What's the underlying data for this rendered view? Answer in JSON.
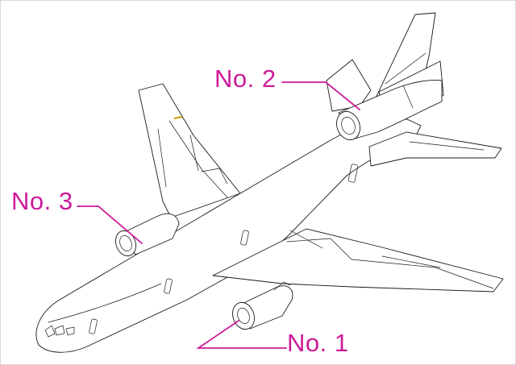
{
  "diagram": {
    "callout_color": "#cc1a99",
    "background": "#ffffff",
    "line_color": "#1a1a1a",
    "engine_labels": {
      "no1": "No. 1",
      "no2": "No. 2",
      "no3": "No. 3"
    }
  }
}
